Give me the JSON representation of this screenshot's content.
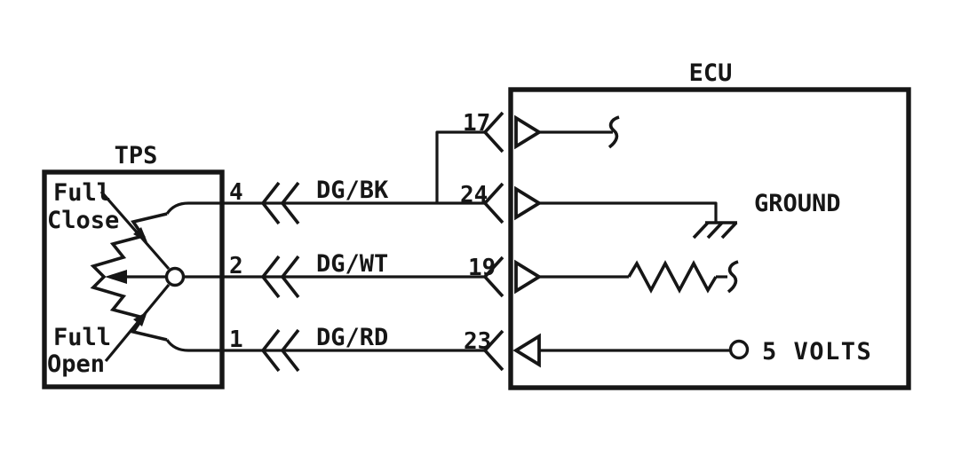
{
  "diagram": {
    "background": "#ffffff",
    "ink_color": "#161616",
    "tps": {
      "title": "TPS",
      "full_close": {
        "line1": "Full",
        "line2": "Close"
      },
      "full_open": {
        "line1": "Full",
        "line2": "Open"
      }
    },
    "ecu": {
      "title": "ECU",
      "spare_pin": "17",
      "ground_label": "GROUND",
      "voltage_label": "5 VOLTS"
    },
    "wires": [
      {
        "tps_pin": "4",
        "color_code": "DG/BK",
        "ecu_pin": "24"
      },
      {
        "tps_pin": "2",
        "color_code": "DG/WT",
        "ecu_pin": "19"
      },
      {
        "tps_pin": "1",
        "color_code": "DG/RD",
        "ecu_pin": "23"
      }
    ]
  }
}
